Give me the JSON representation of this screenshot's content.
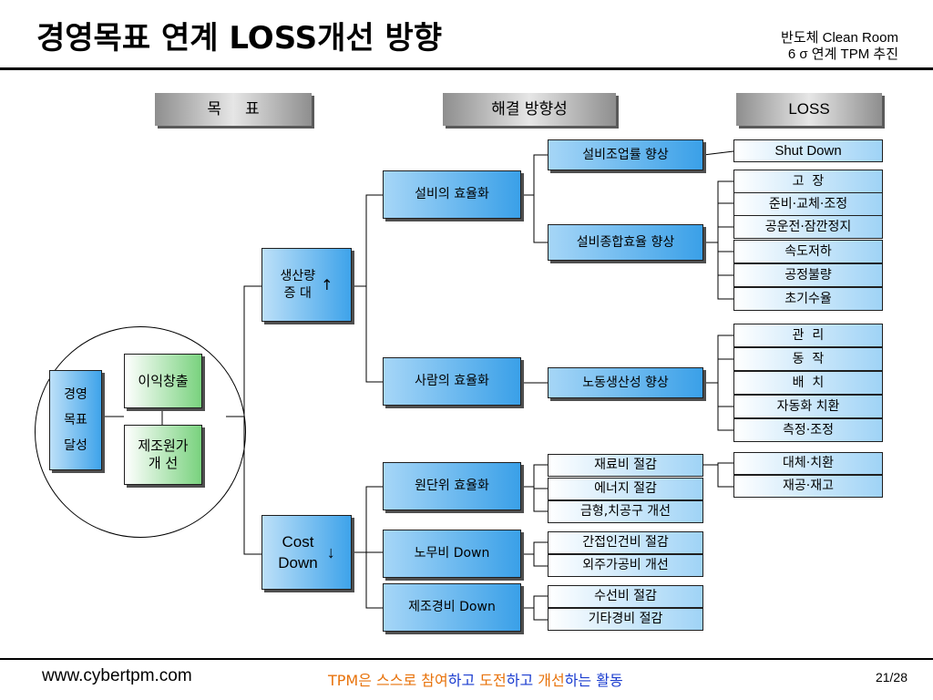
{
  "title": "경영목표 연계 LOSS개선 방향",
  "subtitle": {
    "line1": "반도체 Clean Room",
    "line2": "6 σ 연계 TPM 추진"
  },
  "headers": {
    "goal_a": "목",
    "goal_b": "표",
    "solution": "해결 방향성",
    "loss": "LOSS"
  },
  "root": {
    "line1": "경영",
    "line2": "목표",
    "line3": "달성"
  },
  "goals": {
    "profit": "이익창출",
    "cost_line1": "제조원가",
    "cost_line2": "개  선"
  },
  "level1": {
    "production_line1": "생산량",
    "production_line2": "증  대",
    "production_arrow": "↑",
    "cost_line1": "Cost",
    "cost_line2": "Down",
    "cost_arrow": "↓"
  },
  "level2": {
    "equipment": "설비의 효율화",
    "people": "사람의 효율화",
    "unit": "원단위 효율화",
    "labor": "노무비 Down",
    "overhead": "제조경비 Down"
  },
  "level3": {
    "op_rate": "설비조업률 향상",
    "oee": "설비종합효율 향상",
    "labor_prod": "노동생산성 향상",
    "material": "재료비 절감",
    "energy": "에너지 절감",
    "mold": "금형,치공구 개선",
    "indirect": "간접인건비 절감",
    "outsource": "외주가공비 개선",
    "repair": "수선비 절감",
    "etc": "기타경비 절감"
  },
  "losses": {
    "shutdown": "Shut Down",
    "failure": "고  장",
    "setup": "준비·교체·조정",
    "idle": "공운전·잠깐정지",
    "speed": "속도저하",
    "defect": "공정불량",
    "yield": "초기수율",
    "management": "관  리",
    "motion": "동  작",
    "arrange": "배  치",
    "automation": "자동화 치환",
    "measure": "측정·조정",
    "substitute": "대체·치환",
    "wip": "재공·재고"
  },
  "footer": {
    "url": "www.cybertpm.com",
    "slogan": [
      {
        "text": "TPM은 스스로 ",
        "color": "#e8730c"
      },
      {
        "text": "참여",
        "color": "#e8730c"
      },
      {
        "text": "하고 ",
        "color": "#1a3ccf"
      },
      {
        "text": "도전",
        "color": "#e8730c"
      },
      {
        "text": "하고 ",
        "color": "#1a3ccf"
      },
      {
        "text": "개선",
        "color": "#e8730c"
      },
      {
        "text": "하는 활동",
        "color": "#1a3ccf"
      }
    ],
    "page": "21/28"
  }
}
